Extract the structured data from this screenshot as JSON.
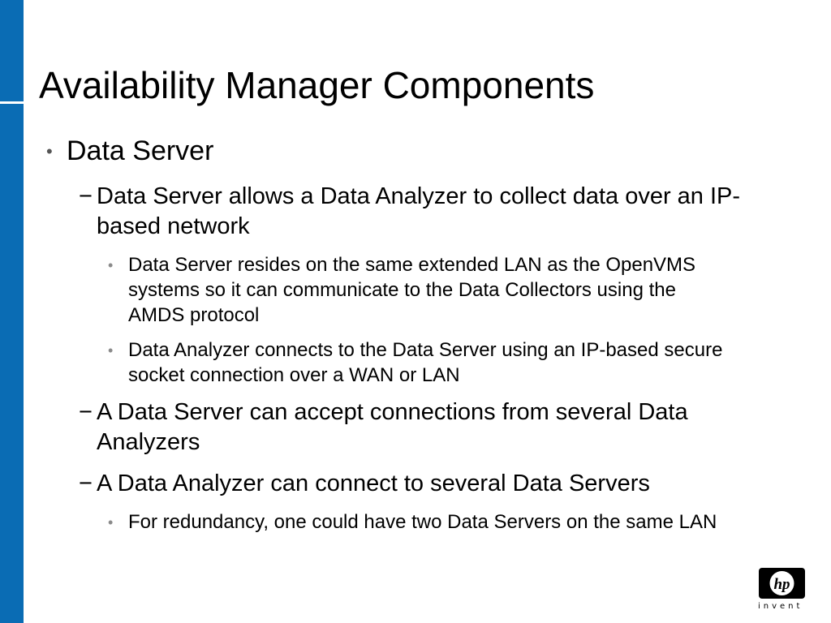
{
  "title": "Availability Manager Components",
  "content": {
    "level1_bullet": "•",
    "data_server": "Data Server",
    "dash": "−",
    "sub_bullet": "•",
    "allows": "Data Server allows a Data Analyzer to collect data over an IP-based network",
    "resides": "Data Server resides on the same extended LAN as the OpenVMS systems so it can communicate to the Data Collectors using the AMDS protocol",
    "connects": "Data Analyzer connects to the Data Server using an IP-based secure socket connection over a WAN or LAN",
    "accept": "A Data Server can accept connections from several Data Analyzers",
    "connect_several": "A Data Analyzer can connect to several Data Servers",
    "redundancy": "For redundancy, one could have two Data Servers on the same LAN"
  },
  "logo": {
    "tagline": "invent",
    "brand_mark": "hp"
  },
  "colors": {
    "accent_bar": "#0a6cb4",
    "text": "#000000",
    "sub_bullet": "#8a8a8a"
  }
}
